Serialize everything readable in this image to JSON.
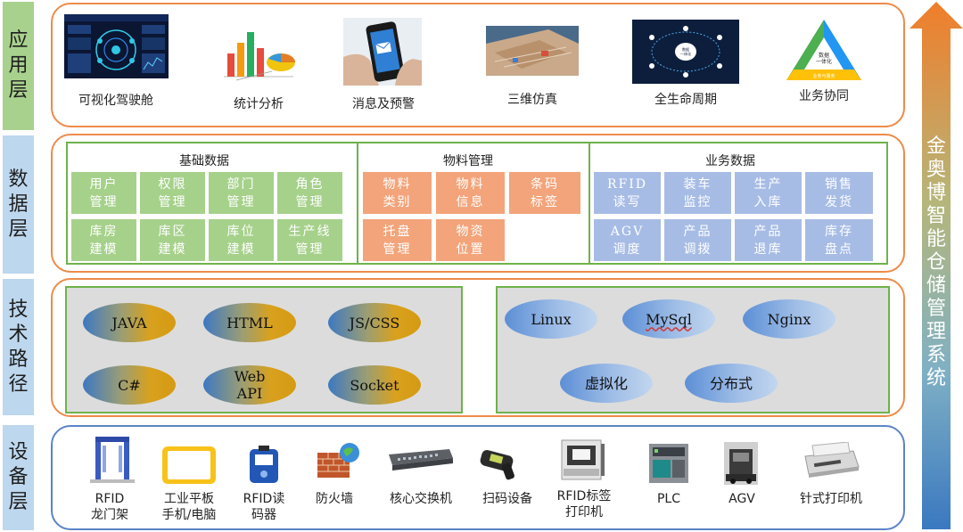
{
  "layers": {
    "app": "应用层",
    "data": "数据层",
    "tech": "技术路径",
    "device": "设备层"
  },
  "app_items": [
    {
      "label": "可视化驾驶舱",
      "icon": "dashboard-screen-icon"
    },
    {
      "label": "统计分析",
      "icon": "statistics-charts-icon"
    },
    {
      "label": "消息及预警",
      "icon": "phone-message-icon"
    },
    {
      "label": "三维仿真",
      "icon": "3d-warehouse-icon"
    },
    {
      "label": "全生命周期",
      "icon": "lifecycle-diagram-icon"
    },
    {
      "label": "业务协同",
      "icon": "triangle-collaboration-icon"
    }
  ],
  "thumb_text": {
    "lifecycle_center": "数据\n一体化",
    "triangle_center": "数据\n一体化",
    "triangle_bottom": "业务与服务"
  },
  "data_groups": [
    {
      "title": "基础数据",
      "cells": [
        "用户\n管理",
        "权限\n管理",
        "部门\n管理",
        "角色\n管理",
        "库房\n建模",
        "库区\n建模",
        "库位\n建模",
        "生产线\n管理"
      ]
    },
    {
      "title": "物料管理",
      "cells": [
        "物料\n类别",
        "物料\n信息",
        "条码\n标签",
        "托盘\n管理",
        "物资\n位置"
      ]
    },
    {
      "title": "业务数据",
      "cells": [
        "RFID\n读写",
        "装车\n监控",
        "生产\n入库",
        "销售\n发货",
        "AGV\n调度",
        "产品\n调拨",
        "产品\n退库",
        "库存\n盘点"
      ]
    }
  ],
  "tech_left": [
    "JAVA",
    "HTML",
    "JS/CSS",
    "C#",
    "Web\nAPI",
    "Socket"
  ],
  "tech_right": [
    "Linux",
    "MySql",
    "Nginx",
    "虚拟化",
    "分布式"
  ],
  "devices": [
    {
      "label": "RFID\n龙门架",
      "icon": "rfid-gate-icon"
    },
    {
      "label": "工业平板\n手机/电脑",
      "icon": "tablet-icon"
    },
    {
      "label": "RFID读\n码器",
      "icon": "rfid-reader-icon"
    },
    {
      "label": "防火墙",
      "icon": "firewall-icon"
    },
    {
      "label": "核心交换机",
      "icon": "network-switch-icon"
    },
    {
      "label": "扫码设备",
      "icon": "barcode-scanner-icon"
    },
    {
      "label": "RFID标签\n打印机",
      "icon": "label-printer-icon"
    },
    {
      "label": "PLC",
      "icon": "plc-icon"
    },
    {
      "label": "AGV",
      "icon": "agv-icon"
    },
    {
      "label": "针式打印机",
      "icon": "dot-matrix-printer-icon"
    }
  ],
  "system_title": "金奥博智能仓储管理系统",
  "colors": {
    "frame_orange": "#ED8B4A",
    "frame_blue": "#5B84C6",
    "group_green": "#6FB24B",
    "cell_green": "#A6D18B",
    "cell_orange": "#F3A47A",
    "cell_blue": "#A7BCE5",
    "arrow_top": "#F07D2A",
    "arrow_bottom": "#3A78C0"
  }
}
